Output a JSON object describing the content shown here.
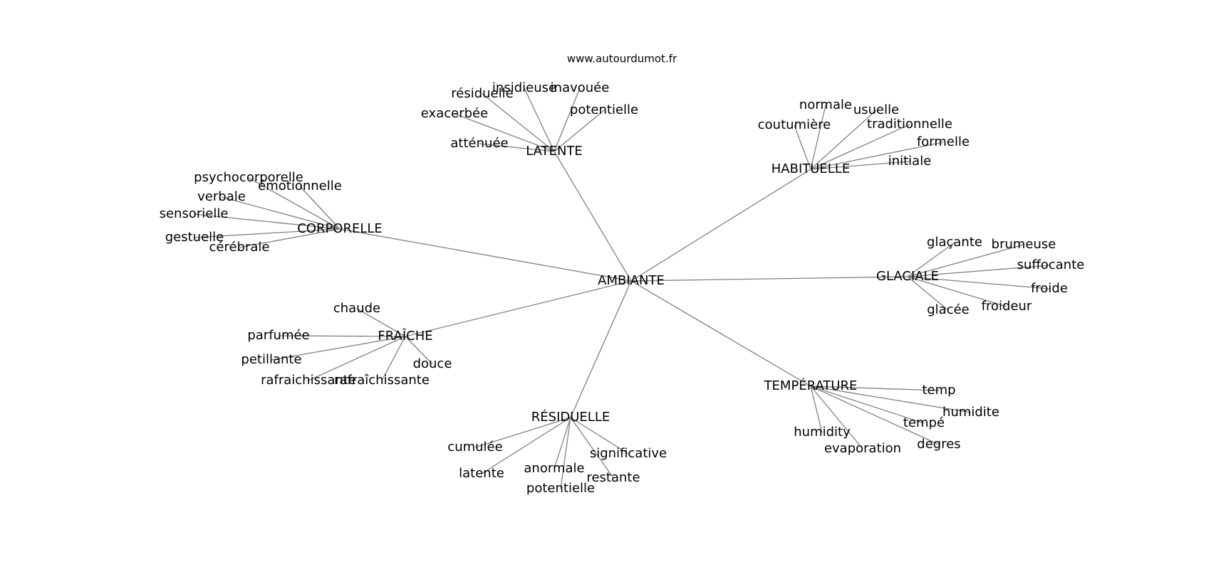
{
  "site": "www.autourdumot.fr",
  "center": "AMBIANTE",
  "groups": [
    {
      "hub": "LATENTE",
      "leaves": [
        "insidieuse",
        "inavouée",
        "résiduelle",
        "potentielle",
        "exacerbée",
        "atténuée"
      ]
    },
    {
      "hub": "HABITUELLE",
      "leaves": [
        "normale",
        "usuelle",
        "coutumière",
        "traditionnelle",
        "formelle",
        "initiale"
      ]
    },
    {
      "hub": "CORPORELLE",
      "leaves": [
        "psychocorporelle",
        "émotionnelle",
        "verbale",
        "sensorielle",
        "gestuelle",
        "cérébrale"
      ]
    },
    {
      "hub": "GLACIALE",
      "leaves": [
        "glaçante",
        "brumeuse",
        "suffocante",
        "froide",
        "froideur",
        "glacée"
      ]
    },
    {
      "hub": "FRAÎCHE",
      "leaves": [
        "chaude",
        "parfumée",
        "petillante",
        "rafraichissante",
        "rafraîchissante",
        "douce"
      ]
    },
    {
      "hub": "TEMPÉRATURE",
      "leaves": [
        "temp",
        "humidite",
        "tempé",
        "degres",
        "evaporation",
        "humidity"
      ]
    },
    {
      "hub": "RÉSIDUELLE",
      "leaves": [
        "cumulée",
        "significative",
        "latente",
        "anormale",
        "restante",
        "potentielle"
      ]
    }
  ]
}
